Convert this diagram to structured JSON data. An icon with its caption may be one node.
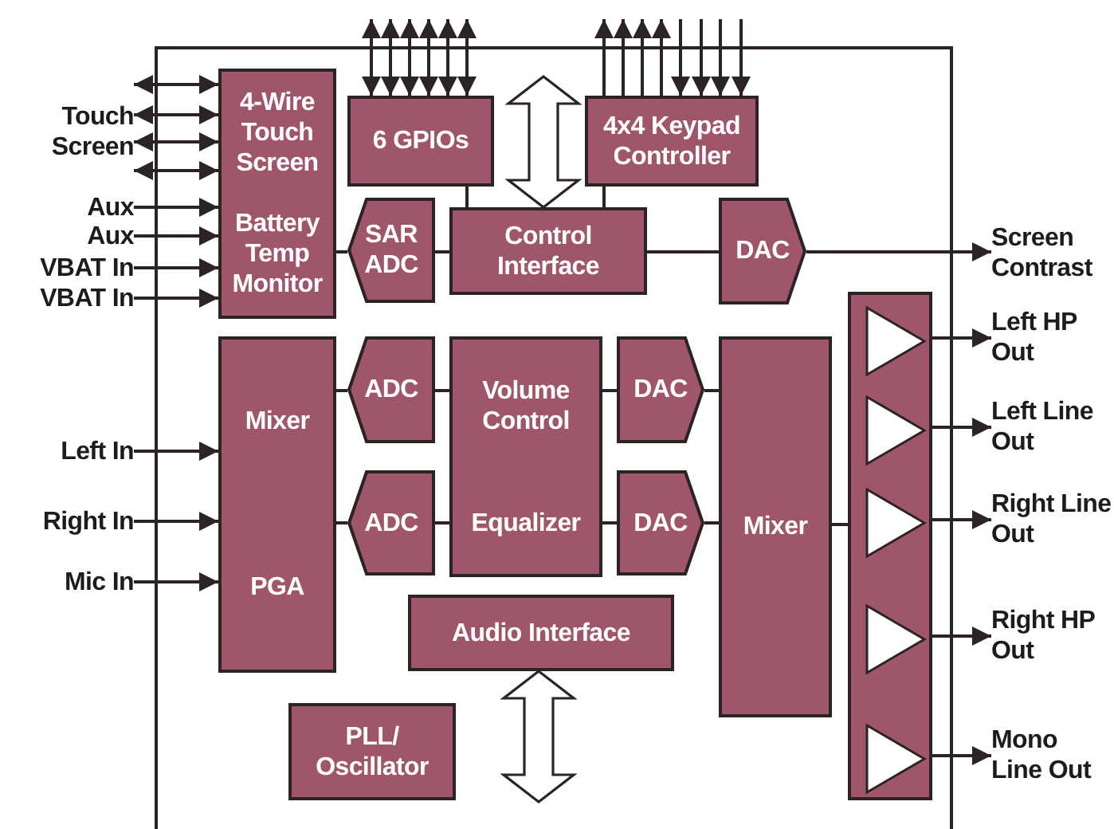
{
  "diagram": {
    "nodes": [
      {
        "text": [
          "Touch Screen"
        ]
      },
      {
        "text": [
          "Aux"
        ]
      },
      {
        "text": [
          "Aux"
        ]
      },
      {
        "text": [
          "VBAT In"
        ]
      },
      {
        "text": [
          "VBAT In"
        ]
      },
      {
        "text": [
          "Left In"
        ]
      },
      {
        "text": [
          "Right In"
        ]
      },
      {
        "text": [
          "Mic In"
        ]
      },
      {
        "text": [
          "4-Wire Touch Screen",
          "Battery Temp Monitor"
        ]
      },
      {
        "text": [
          "6 GPIOs"
        ]
      },
      {
        "text": [
          "4x4 Keypad Controller"
        ]
      },
      {
        "text": [
          "SAR ADC"
        ]
      },
      {
        "text": [
          "Control Interface"
        ]
      },
      {
        "text": [
          "DAC"
        ]
      },
      {
        "text": [
          "Screen Contrast"
        ]
      },
      {
        "text": [
          "Mixer",
          "PGA"
        ]
      },
      {
        "text": [
          "ADC"
        ]
      },
      {
        "text": [
          "ADC"
        ]
      },
      {
        "text": [
          "Volume Control",
          "Equalizer"
        ]
      },
      {
        "text": [
          "DAC"
        ]
      },
      {
        "text": [
          "DAC"
        ]
      },
      {
        "text": [
          "Mixer"
        ]
      },
      {
        "text": [
          "Audio Interface"
        ]
      },
      {
        "text": [
          "PLL/ Oscillator"
        ]
      },
      {
        "text": [],
        "shape": "bar"
      },
      {
        "text": [],
        "shape": "triangle",
        "in": 24
      },
      {
        "text": [],
        "shape": "triangle",
        "in": 24
      },
      {
        "text": [],
        "shape": "triangle",
        "in": 24
      },
      {
        "text": [],
        "shape": "triangle",
        "in": 24
      },
      {
        "text": [],
        "shape": "triangle",
        "in": 24
      },
      {
        "text": [
          "Left HP Out"
        ]
      },
      {
        "text": [
          "Left Line Out"
        ]
      },
      {
        "text": [
          "Right Line Out"
        ]
      },
      {
        "text": [
          "Right HP Out"
        ]
      },
      {
        "text": [
          "Mono Line Out"
        ]
      }
    ],
    "edges": [
      {
        "from": 0,
        "to": 8,
        "arrow": "both"
      },
      {
        "from": 0,
        "to": 8,
        "arrow": "both"
      },
      {
        "from": 0,
        "to": 8,
        "arrow": "both"
      },
      {
        "from": 0,
        "to": 8,
        "arrow": "both"
      },
      {
        "from": 1,
        "to": 8,
        "arrow": "to"
      },
      {
        "from": 2,
        "to": 8,
        "arrow": "to"
      },
      {
        "from": 3,
        "to": 8,
        "arrow": "to"
      },
      {
        "from": 4,
        "to": 8,
        "arrow": "to"
      },
      {
        "from": null,
        "to": 9,
        "arrow": "both"
      },
      {
        "from": null,
        "to": 9,
        "arrow": "both"
      },
      {
        "from": null,
        "to": 9,
        "arrow": "both"
      },
      {
        "from": null,
        "to": 9,
        "arrow": "both"
      },
      {
        "from": null,
        "to": 9,
        "arrow": "both"
      },
      {
        "from": null,
        "to": 9,
        "arrow": "both"
      },
      {
        "from": 10,
        "to": null,
        "arrow": "to"
      },
      {
        "from": 10,
        "to": null,
        "arrow": "to"
      },
      {
        "from": 10,
        "to": null,
        "arrow": "to"
      },
      {
        "from": 10,
        "to": null,
        "arrow": "to"
      },
      {
        "from": null,
        "to": 10,
        "arrow": "to"
      },
      {
        "from": null,
        "to": 10,
        "arrow": "to"
      },
      {
        "from": null,
        "to": 10,
        "arrow": "to"
      },
      {
        "from": null,
        "to": 10,
        "arrow": "to"
      },
      {
        "from": null,
        "to": 12,
        "arrow": "both",
        "style": "thick"
      },
      {
        "from": 8,
        "to": 11,
        "arrow": "none"
      },
      {
        "from": 11,
        "to": 12,
        "arrow": "none"
      },
      {
        "from": 9,
        "to": 12,
        "arrow": "none"
      },
      {
        "from": 10,
        "to": 12,
        "arrow": "none"
      },
      {
        "from": 12,
        "to": 13,
        "arrow": "none"
      },
      {
        "from": 13,
        "to": 14,
        "arrow": "to"
      },
      {
        "from": 15,
        "to": 16,
        "arrow": "none"
      },
      {
        "from": 15,
        "to": 17,
        "arrow": "none"
      },
      {
        "from": 16,
        "to": 18,
        "arrow": "none"
      },
      {
        "from": 17,
        "to": 18,
        "arrow": "none"
      },
      {
        "from": 18,
        "to": 19,
        "arrow": "none"
      },
      {
        "from": 18,
        "to": 20,
        "arrow": "none"
      },
      {
        "from": 19,
        "to": 21,
        "arrow": "none"
      },
      {
        "from": 20,
        "to": 21,
        "arrow": "none"
      },
      {
        "from": 21,
        "to": 24,
        "arrow": "none"
      },
      {
        "from": 25,
        "to": 30,
        "arrow": "to"
      },
      {
        "from": 26,
        "to": 31,
        "arrow": "to"
      },
      {
        "from": 27,
        "to": 32,
        "arrow": "to"
      },
      {
        "from": 28,
        "to": 33,
        "arrow": "to"
      },
      {
        "from": 29,
        "to": 34,
        "arrow": "to"
      },
      {
        "from": 22,
        "to": null,
        "arrow": "both",
        "style": "thick"
      },
      {
        "from": 5,
        "to": 15,
        "arrow": "to"
      },
      {
        "from": 6,
        "to": 15,
        "arrow": "to"
      },
      {
        "from": 7,
        "to": 15,
        "arrow": "to"
      }
    ]
  }
}
